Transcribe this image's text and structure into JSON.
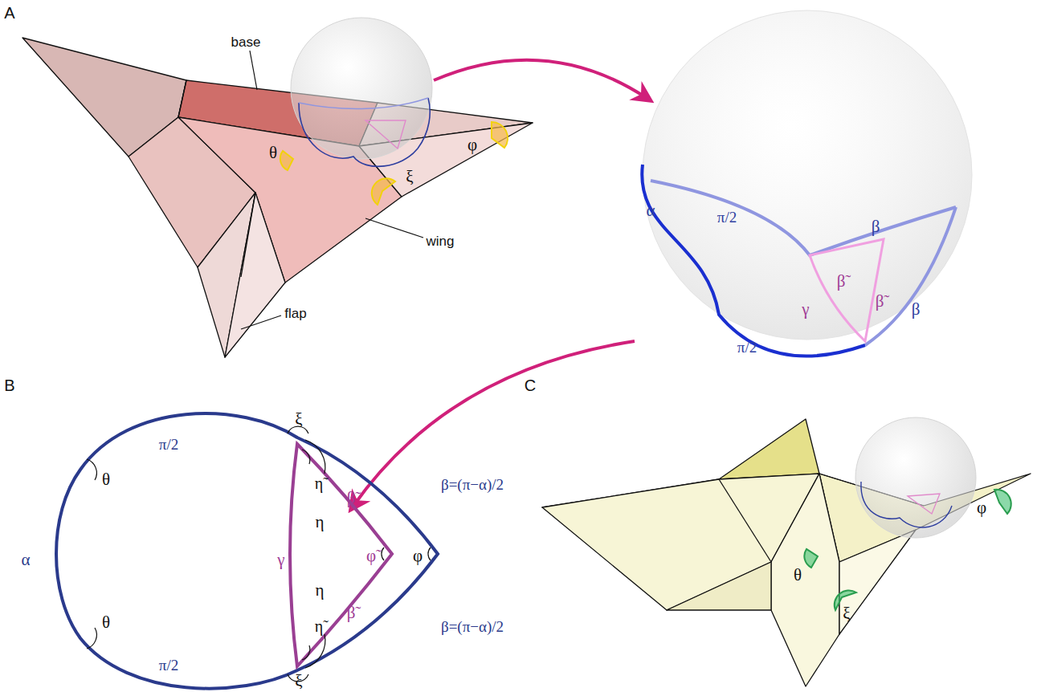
{
  "diagram": {
    "labels": [
      "A",
      "base",
      "wing",
      "flap",
      "θ",
      "ξ",
      "φ",
      "α",
      "π/2",
      "β",
      "β̃",
      "β̃",
      "γ",
      "π/2",
      "β",
      "B",
      "π/2",
      "θ",
      "ξ",
      "η̃",
      "η",
      "β̃",
      "β=(π−α)/2",
      "φ̃",
      "φ",
      "α",
      "γ",
      "η",
      "η̃",
      "β̃",
      "θ",
      "π/2",
      "ξ",
      "β=(π−α)/2",
      "C",
      "θ",
      "ξ",
      "φ"
    ]
  }
}
